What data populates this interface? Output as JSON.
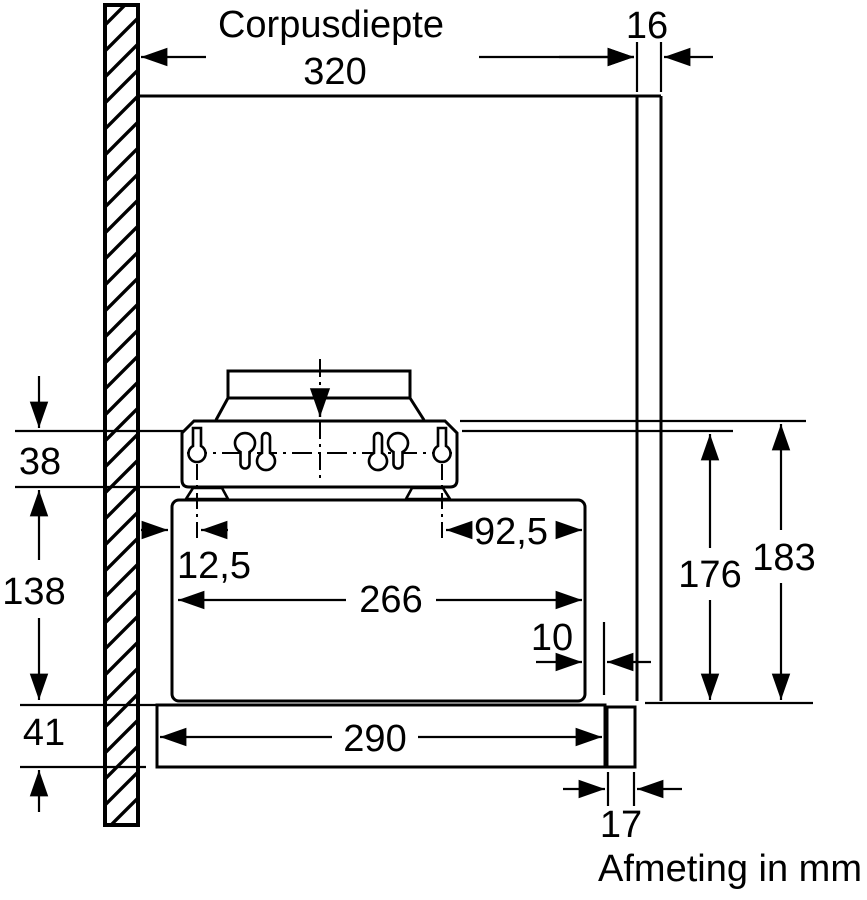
{
  "drawing": {
    "type": "installation-dimension-diagram",
    "line_color": "#000000",
    "background": "#ffffff",
    "labels": {
      "corpus_depth_label": "Corpusdiepte",
      "units_note": "Afmeting in mm"
    },
    "dimensions_mm": {
      "corpus_depth": "320",
      "panel_thickness": "16",
      "bracket_band_height": "38",
      "body_height": "138",
      "visor_height": "41",
      "front_keyhole_offset": "12,5",
      "rear_keyhole_offset": "92,5",
      "body_depth": "266",
      "rear_gap": "10",
      "visor_depth": "290",
      "handle_width": "17",
      "inner_height": "176",
      "outer_height": "183"
    }
  }
}
